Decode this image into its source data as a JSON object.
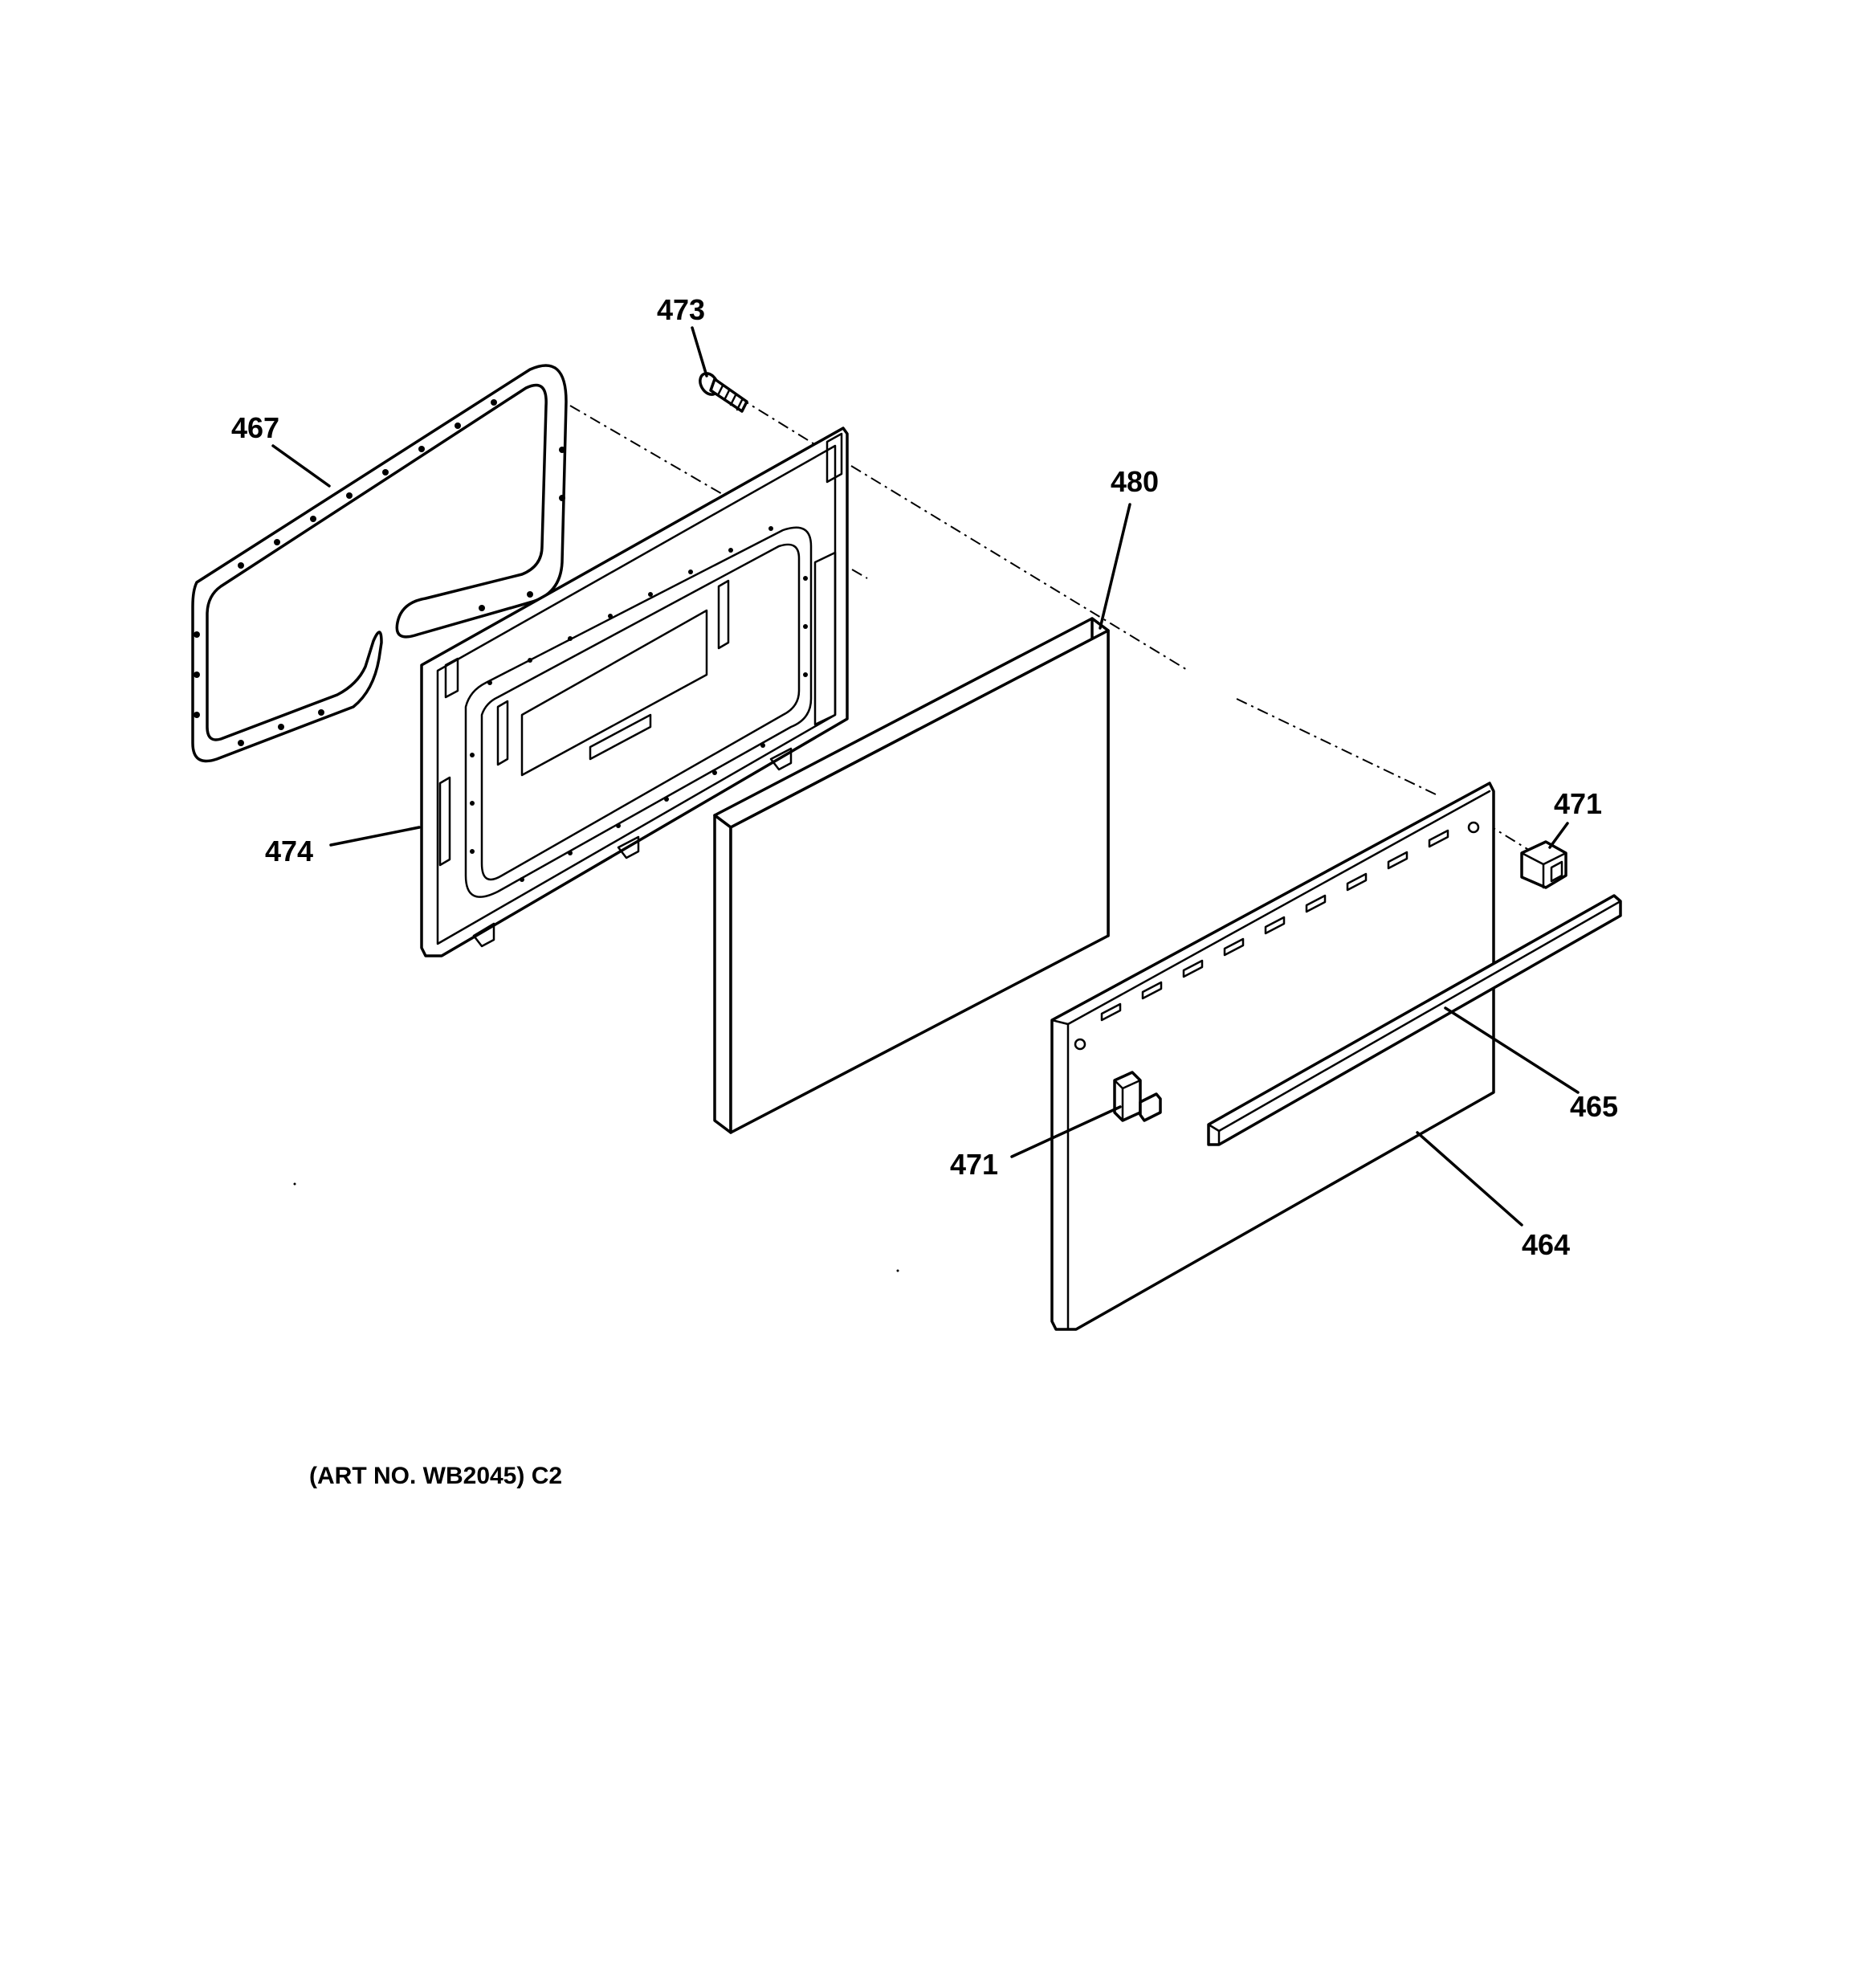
{
  "callouts": {
    "p467": "467",
    "p473": "473",
    "p480": "480",
    "p474": "474",
    "p471_top": "471",
    "p465": "465",
    "p471_bottom": "471",
    "p464": "464"
  },
  "art_number": "(ART NO. WB2045) C2"
}
